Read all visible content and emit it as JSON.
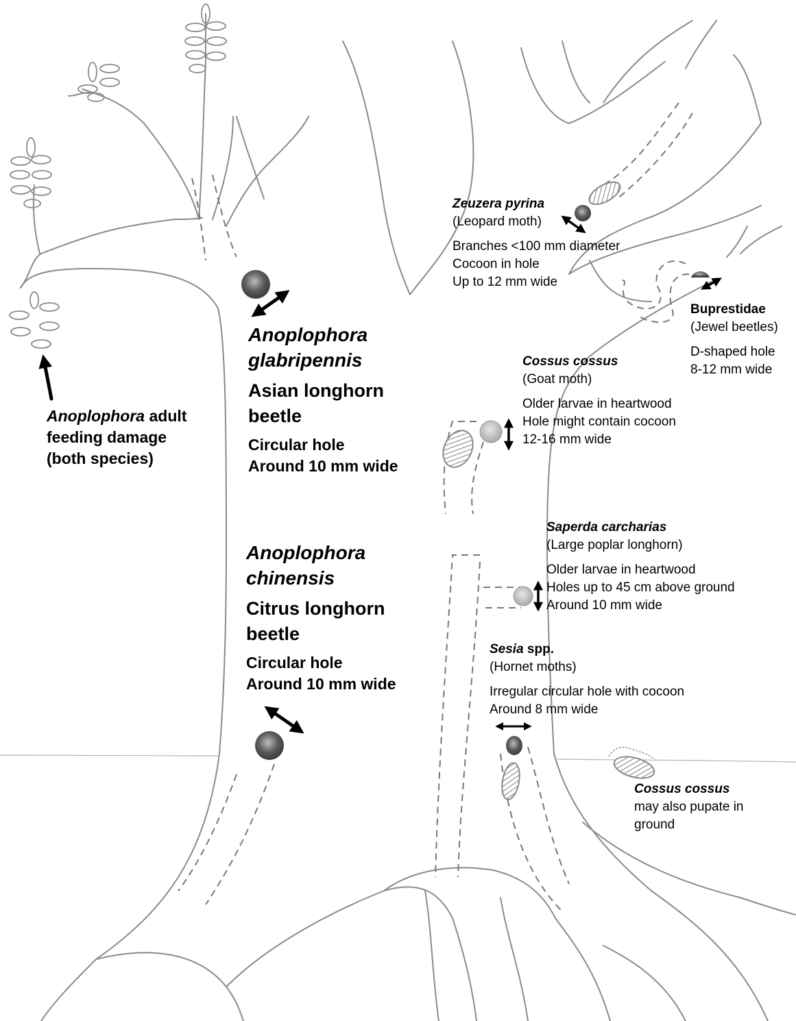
{
  "labels": {
    "feeding_damage": {
      "sci": "Anoplophora",
      "rest": " adult",
      "line2": "feeding damage",
      "line3": "(both species)"
    },
    "glabripennis": {
      "sci_line1": "Anoplophora",
      "sci_line2": "glabripennis",
      "common_line1": "Asian longhorn",
      "common_line2": "beetle",
      "desc_line1": "Circular hole",
      "desc_line2": "Around 10 mm wide"
    },
    "chinensis": {
      "sci_line1": "Anoplophora",
      "sci_line2": "chinensis",
      "common_line1": "Citrus longhorn",
      "common_line2": "beetle",
      "desc_line1": "Circular hole",
      "desc_line2": "Around 10 mm wide"
    },
    "zeuzera": {
      "sci": "Zeuzera pyrina",
      "common": "(Leopard moth)",
      "desc": [
        "Branches <100 mm diameter",
        "Cocoon in hole",
        "Up to 12 mm wide"
      ]
    },
    "buprestidae": {
      "name": "Buprestidae",
      "common": "(Jewel beetles)",
      "desc": [
        "D-shaped hole",
        "8-12 mm wide"
      ]
    },
    "cossus": {
      "sci": "Cossus cossus",
      "common": "(Goat moth)",
      "desc": [
        "Older larvae in heartwood",
        "Hole might contain cocoon",
        "12-16 mm wide"
      ]
    },
    "saperda": {
      "sci": "Saperda carcharias",
      "common": "(Large poplar longhorn)",
      "desc": [
        "Older larvae in heartwood",
        "Holes up to 45 cm above ground",
        "Around 10 mm wide"
      ]
    },
    "sesia": {
      "sci": "Sesia",
      "rest": " spp.",
      "common": "(Hornet moths)",
      "desc": [
        "Irregular circular hole with cocoon",
        "Around 8 mm wide"
      ]
    },
    "cossus_ground": {
      "sci": "Cossus cossus",
      "line2": "may also pupate in",
      "line3": "ground"
    }
  },
  "colors": {
    "pencil": "#8a8a8a",
    "tunnel": "#777777",
    "hole": "#6a6a6a",
    "hole_light": "#b9b9b9",
    "arrow": "#000000"
  }
}
